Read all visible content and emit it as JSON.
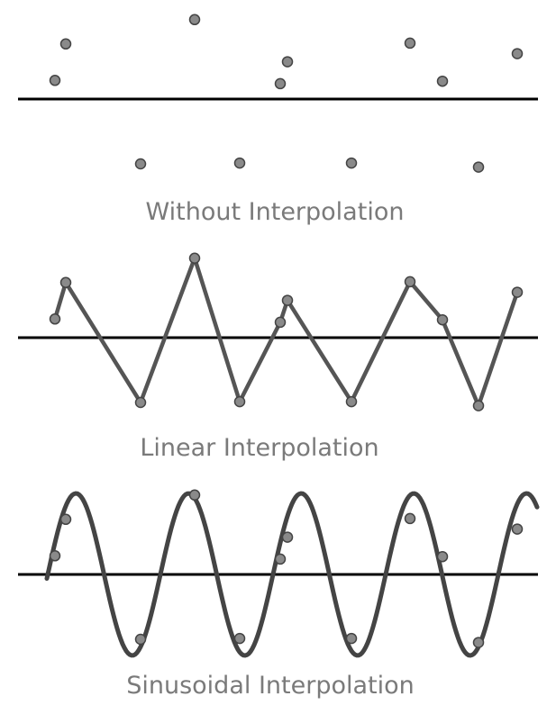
{
  "panels": [
    {
      "label": "Without Interpolation",
      "mode": "none"
    },
    {
      "label": "Linear Interpolation",
      "mode": "linear"
    },
    {
      "label": "Sinusoidal Interpolation",
      "mode": "sine"
    }
  ],
  "samples": {
    "t_periods": [
      0.064,
      0.16,
      0.824,
      1.304,
      1.704,
      2.064,
      2.128,
      2.696,
      3.216,
      3.504,
      3.824,
      4.168
    ],
    "amplitude": [
      0.23,
      0.68,
      -0.8,
      0.98,
      -0.79,
      0.19,
      0.46,
      -0.79,
      0.69,
      0.22,
      -0.84,
      0.56
    ]
  },
  "colors": {
    "baseline": "#000000",
    "curve": "#555555",
    "point_fill": "#8a8a8a",
    "point_stroke": "#444444",
    "label": "#7a7a7a"
  }
}
